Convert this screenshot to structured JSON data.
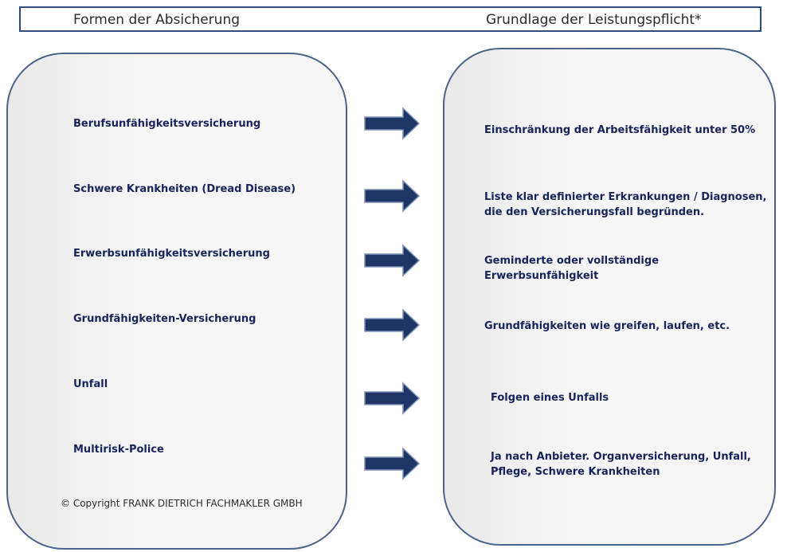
{
  "header": {
    "left_title": "Formen der Absicherung",
    "right_title": "Grundlage der Leistungspflicht*"
  },
  "forms": [
    "Berufsunfähigkeitsversicherung",
    "Schwere Krankheiten (Dread Disease)",
    "Erwerbsunfähigkeitsversicherung",
    "Grundfähigkeiten-Versicherung",
    "Unfall",
    "Multirisk-Police"
  ],
  "basis": [
    {
      "line1": "Einschränkung der Arbeitsfähigkeit unter 50%",
      "line2": ""
    },
    {
      "line1": "Liste klar definierter Erkrankungen / Diagnosen,",
      "line2": "die den Versicherungsfall  begründen."
    },
    {
      "line1": "Geminderte oder vollständige",
      "line2": "Erwerbsunfähigkeit"
    },
    {
      "line1": "Grundfähigkeiten wie  greifen, laufen, etc.",
      "line2": ""
    },
    {
      "line1": "Folgen eines Unfalls",
      "line2": ""
    },
    {
      "line1": "Ja nach Anbieter. Organversicherung, Unfall,",
      "line2": "Pflege, Schwere Krankheiten"
    }
  ],
  "copyright": "© Copyright FRANK DIETRICH FACHMAKLER GMBH",
  "arrow_icon": "right-arrow-icon",
  "colors": {
    "panel_border": "#4a6389",
    "text": "#17235a",
    "arrow_fill": "#1f3566",
    "arrow_edge": "#7e93b8"
  }
}
